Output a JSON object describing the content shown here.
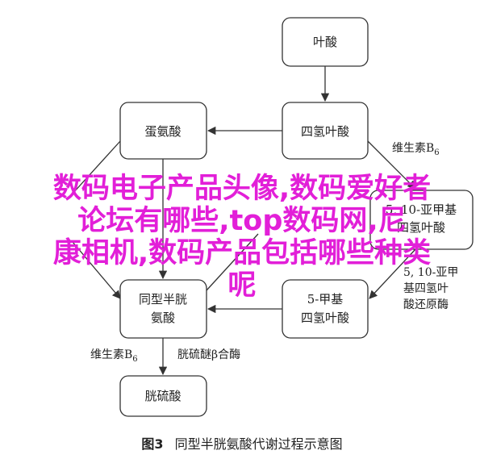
{
  "nodes": {
    "folate": "叶酸",
    "methionine": "蛋氨酸",
    "thf": "四氢叶酸",
    "homocysteine_line1": "同型半胱",
    "homocysteine_line2": "氨酸",
    "cystathionine": "胱硫酸",
    "methyl_thf_line1": "5-甲基",
    "methyl_thf_line2": "四氢叶酸",
    "methylene_thf_line1": "5, 10-亚甲基",
    "methylene_thf_line2": "四氢叶酸"
  },
  "labels": {
    "vitb6_top_main": "维生素B",
    "vitb6_top_sub": "6",
    "reductase_line1": "5, 10-亚甲",
    "reductase_line2": "基四氢叶",
    "reductase_line3": "酸还原酶",
    "vitb6_bottom_main": "维生素B",
    "vitb6_bottom_sub": "6",
    "enzyme_bottom": "胱硫醚β合酶"
  },
  "overlay": {
    "line1": "数码电子产品头像,数码爱好者",
    "line2": "论坛有哪些,top数码网,尼",
    "line3": "康相机,数码产品包括哪些种类",
    "line4": "呢"
  },
  "caption": {
    "figure": "图3",
    "title": "同型半胱氨酸代谢过程示意图"
  }
}
